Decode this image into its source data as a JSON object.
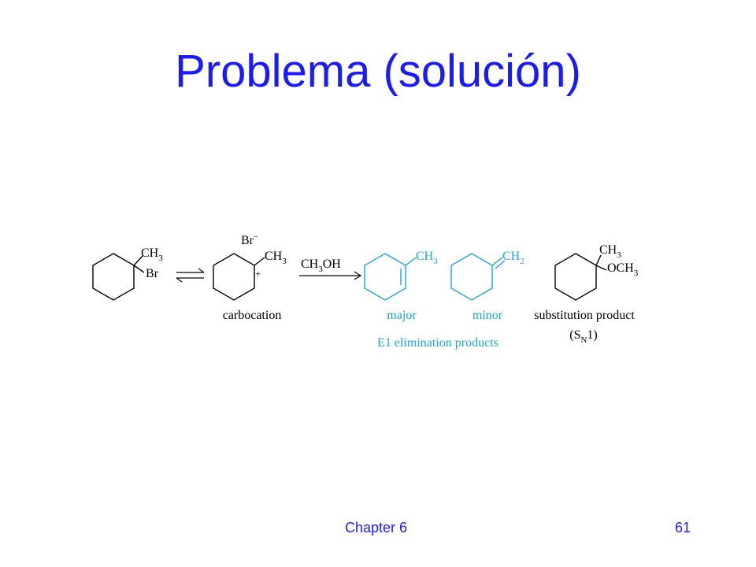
{
  "slide": {
    "title": "Problema (solución)",
    "footer_chapter": "Chapter 6",
    "page_number": "61"
  },
  "scheme": {
    "reactant": {
      "group_ch3": "CH",
      "sub_3": "3",
      "leaving_group": "Br"
    },
    "carbocation": {
      "bromide_ion": "Br",
      "bromide_charge": "−",
      "group_ch3": "CH",
      "sub_3": "3",
      "positive_charge": "+",
      "label": "carbocation"
    },
    "reagent": {
      "text_ch": "CH",
      "sub_3": "3",
      "text_oh": "OH"
    },
    "major_product": {
      "group_ch3": "CH",
      "sub_3": "3",
      "label": "major"
    },
    "minor_product": {
      "group_ch2": "CH",
      "sub_2": "2",
      "label": "minor"
    },
    "elimination_caption": "E1 elimination products",
    "substitution_product": {
      "group_ch3": "CH",
      "sub_3": "3",
      "group_och3": "OCH",
      "sub_och3": "3",
      "label": "substitution product",
      "mech_open": "(S",
      "mech_sub": "N",
      "mech_close": "1)"
    },
    "colors": {
      "black": "#000000",
      "cyan": "#19a9d9",
      "title_blue": "#1a1aff"
    }
  }
}
